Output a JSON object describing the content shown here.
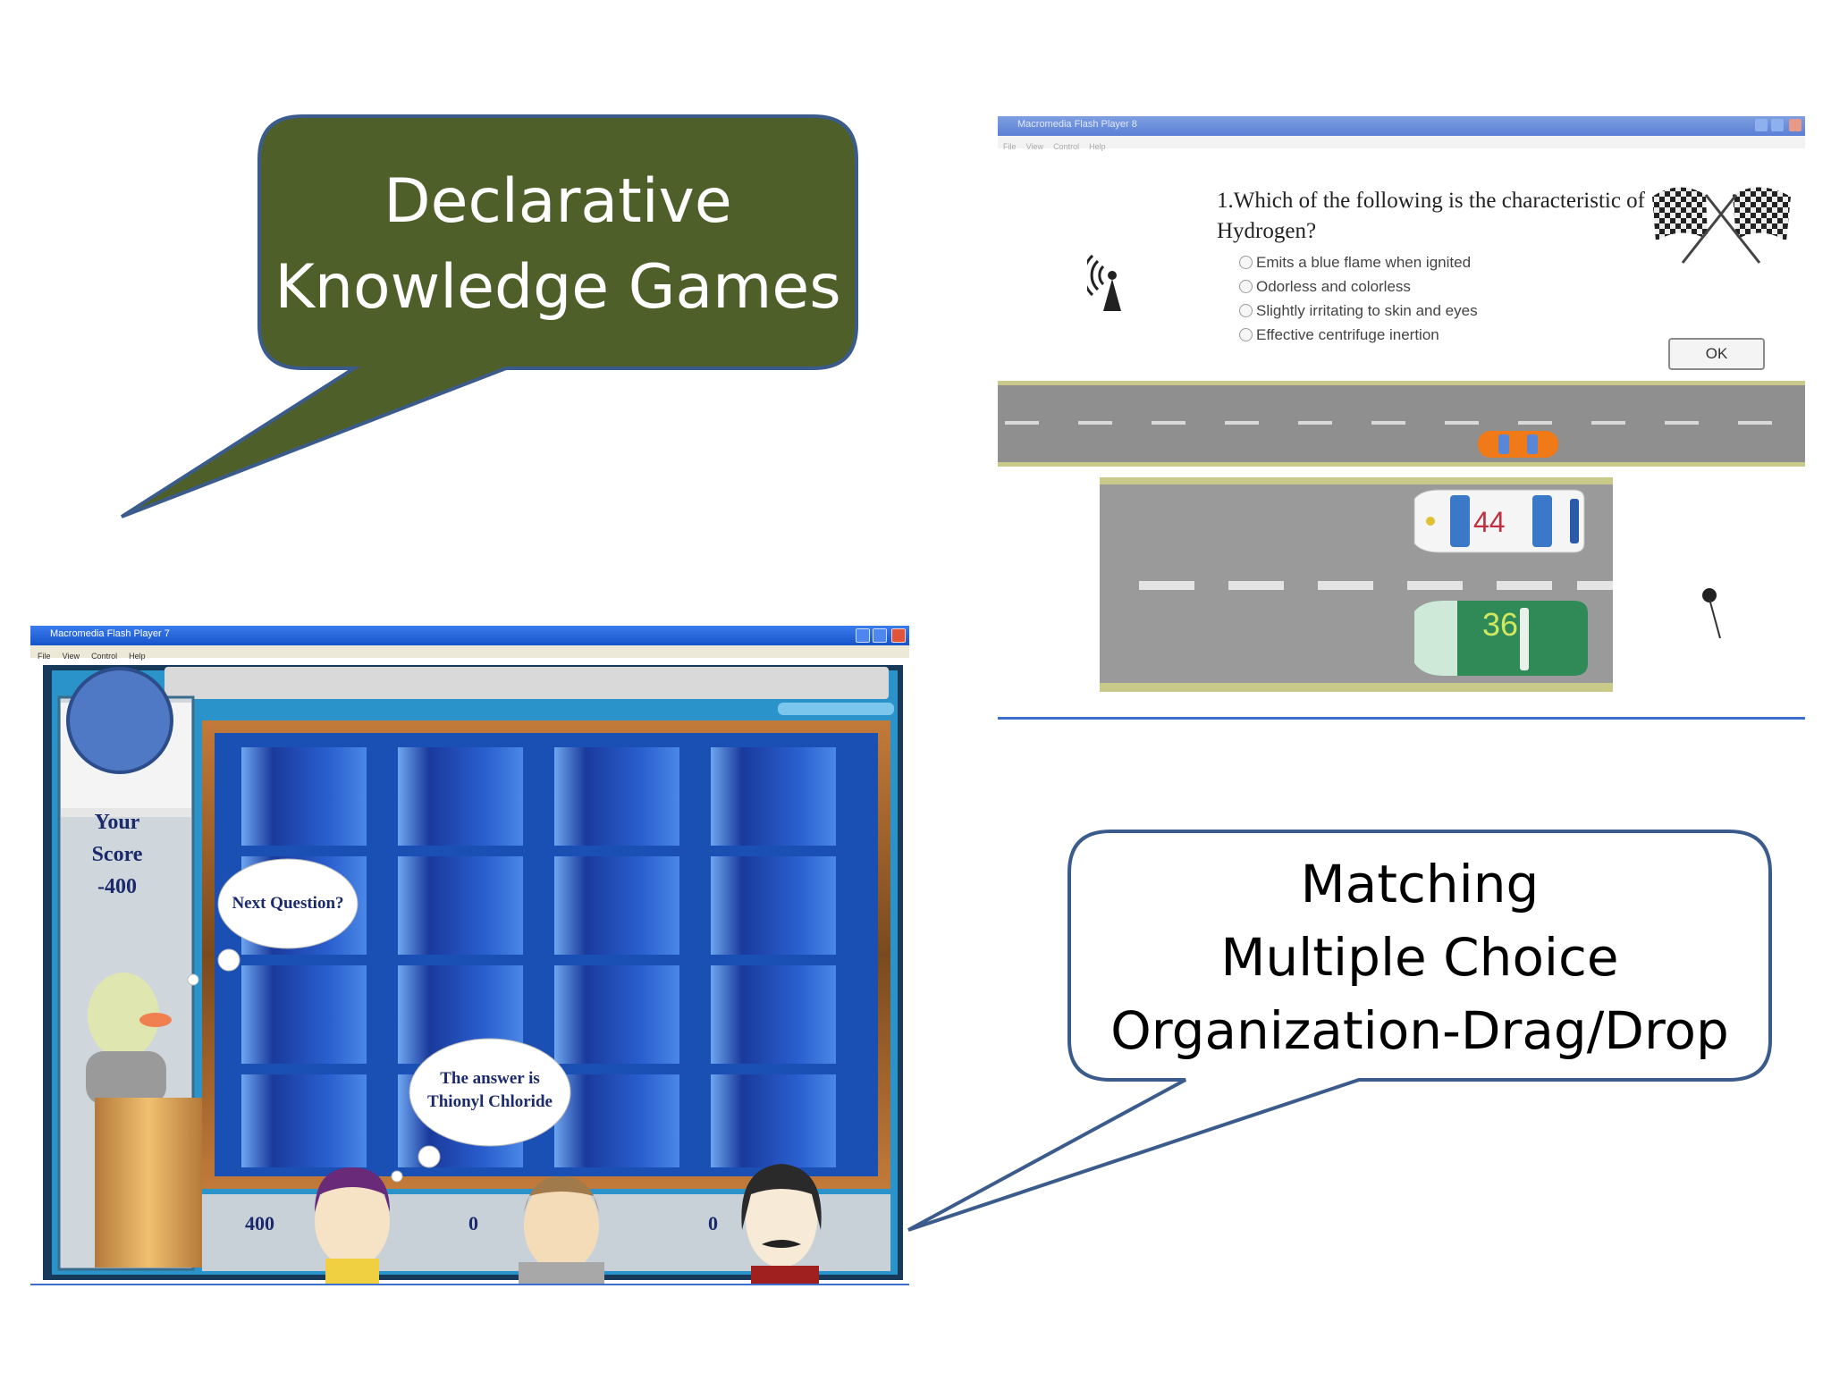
{
  "callouts": {
    "declarative": {
      "line1": "Declarative",
      "line2": "Knowledge Games",
      "fill": "#4f5f2a",
      "stroke": "#3a5b8c"
    },
    "types": {
      "line1": "Matching",
      "line2": "Multiple Choice",
      "line3": "Organization-Drag/Drop",
      "fill": "#ffffff",
      "stroke": "#3a5b8c"
    }
  },
  "quiz_window": {
    "title": "Macromedia Flash Player 8",
    "menu": [
      "File",
      "View",
      "Control",
      "Help"
    ],
    "question": "1.Which of the following is the characteristic of Hydrogen?",
    "options": [
      "Emits a blue flame when ignited",
      "Odorless and colorless",
      "Slightly irritating to skin and eyes",
      "Effective centrifuge inertion"
    ],
    "ok_label": "OK",
    "car_numbers": [
      "44",
      "36"
    ]
  },
  "jeopardy_window": {
    "title": "Macromedia Flash Player 7",
    "menu": [
      "File",
      "View",
      "Control",
      "Help"
    ],
    "score_label": "Your Score",
    "score_value": "-400",
    "next_question": "Next Question?",
    "answer_line1": "The answer is",
    "answer_line2": "Thionyl Chloride",
    "player_scores": [
      "400",
      "0",
      "0"
    ]
  },
  "colors": {
    "board_blue": "#1a4fb3",
    "frame_brown": "#7a4a1e",
    "panel_teal": "#2a93c9"
  }
}
